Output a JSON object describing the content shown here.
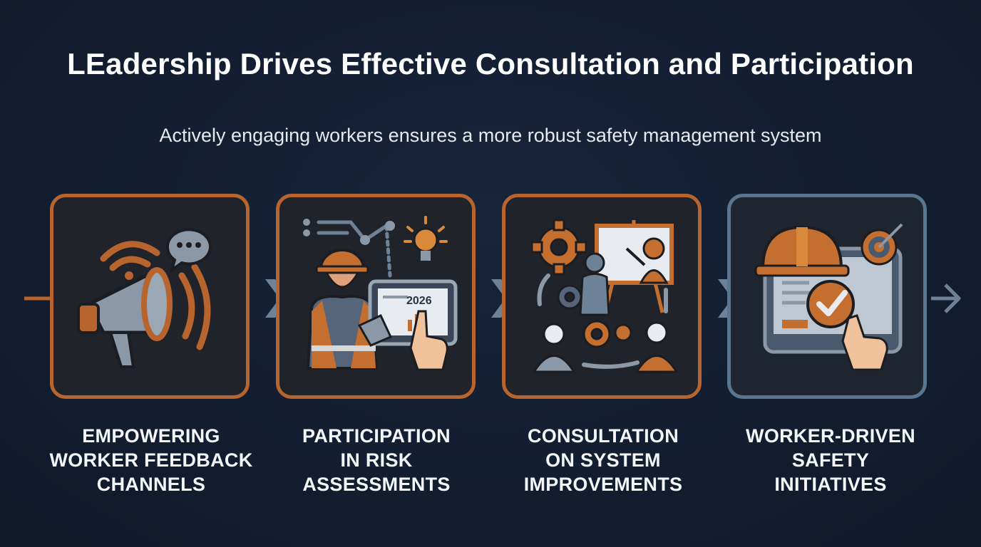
{
  "title": "LEadership Drives Effective Consultation and Participation",
  "subtitle": "Actively engaging workers ensures a more robust safety management system",
  "steps": [
    {
      "label": "EMPOWERING\nWORKER FEEDBACK\nCHANNELS",
      "icon": "megaphone-icon"
    },
    {
      "label": "PARTICIPATION\nIN RISK\nASSESSMENTS",
      "icon": "worker-tablet-icon",
      "tablet_text": "2026"
    },
    {
      "label": "CONSULTATION\nON SYSTEM\nIMPROVEMENTS",
      "icon": "presentation-gears-icon"
    },
    {
      "label": "WORKER-DRIVEN\nSAFETY\nINITIATIVES",
      "icon": "hardhat-checkmark-icon"
    }
  ],
  "colors": {
    "background": "#121d30",
    "accent_orange": "#b8642f",
    "accent_blue": "#5a7590",
    "icon_gray": "#8a98a8"
  }
}
